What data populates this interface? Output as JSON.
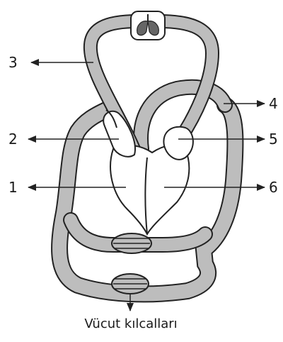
{
  "labels": {
    "l1": "1",
    "l2": "2",
    "l3": "3",
    "l4": "4",
    "l5": "5",
    "l6": "6"
  },
  "caption": "Vücut kılcalları",
  "icons": {
    "lungs": "lungs-icon"
  },
  "colors": {
    "vessel_fill": "#bdbdbd",
    "outline": "#222222",
    "heart_fill": "#ffffff",
    "background": "#ffffff"
  }
}
